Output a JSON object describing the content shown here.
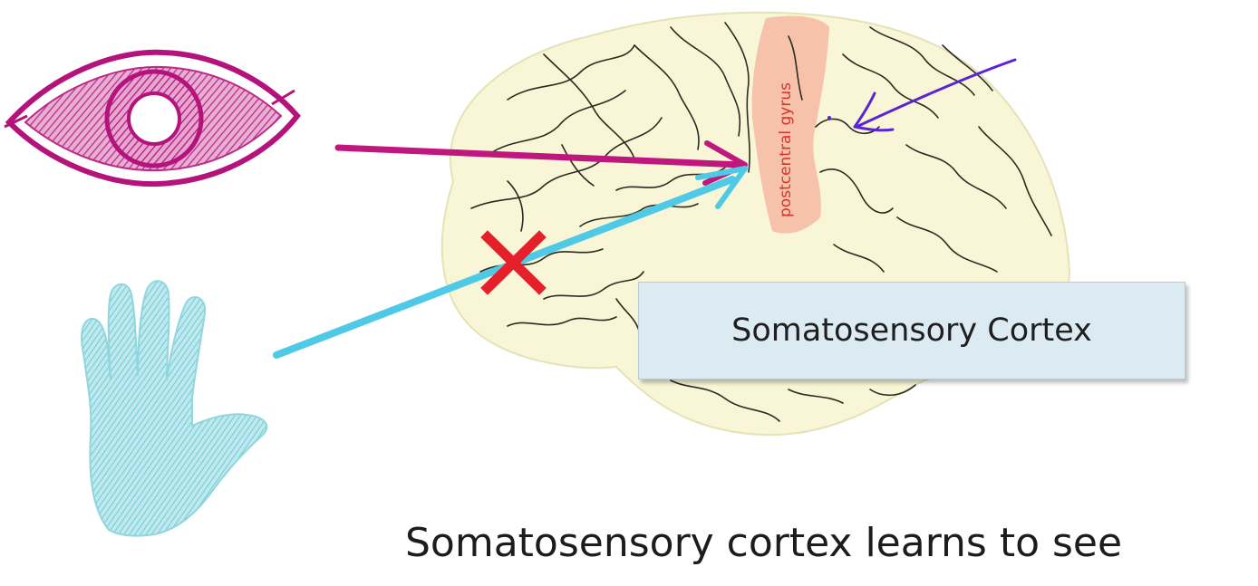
{
  "diagram": {
    "gyrus_label": "postcentral gyrus",
    "box_label": "Somatosensory Cortex",
    "caption": "Somatosensory cortex learns to see",
    "icons": {
      "eye": "eye-icon",
      "hand": "hand-icon",
      "brain": "brain-icon",
      "blocked": "red-x-icon"
    },
    "colors": {
      "eye_arrow": "#c0177f",
      "hand_arrow": "#4ec9e6",
      "pointer_arrow": "#5a24d6",
      "blocked_mark": "#e5202a",
      "brain_fill": "#f8f6d6",
      "gyrus_highlight": "#f7b8a2"
    }
  }
}
